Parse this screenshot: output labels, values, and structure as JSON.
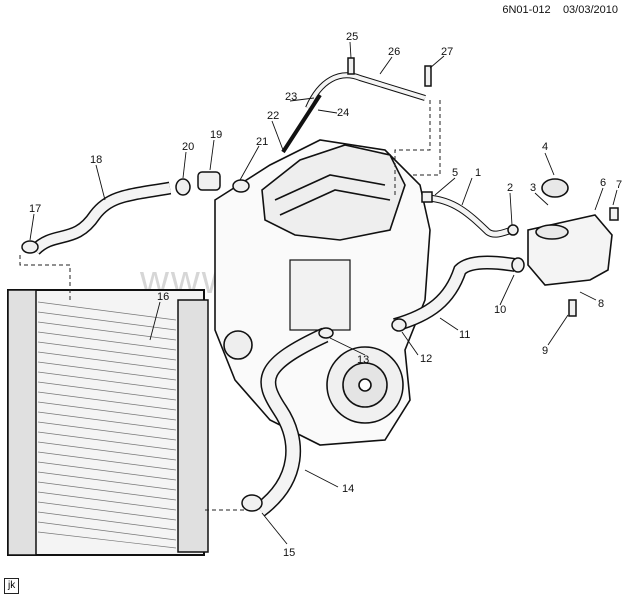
{
  "header": {
    "code": "6N01-012",
    "date": "03/03/2010"
  },
  "watermark": "www.elcats.ru",
  "initials": "jk",
  "labels": [
    "1",
    "2",
    "3",
    "4",
    "5",
    "6",
    "7",
    "8",
    "9",
    "10",
    "11",
    "12",
    "13",
    "14",
    "15",
    "16",
    "17",
    "18",
    "19",
    "20",
    "21",
    "22",
    "23",
    "24",
    "25",
    "26",
    "27"
  ]
}
